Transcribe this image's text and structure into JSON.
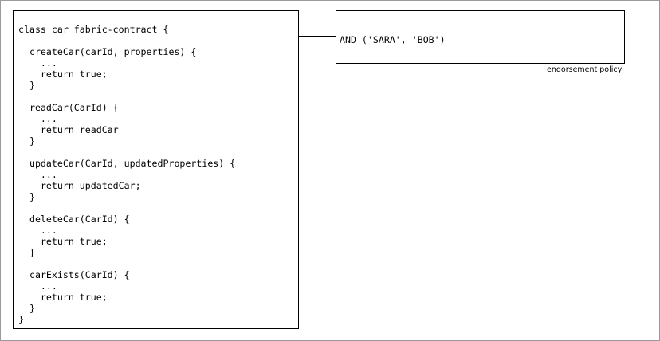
{
  "contract": {
    "lines": [
      "class car fabric-contract {",
      "  createCar(carId, properties) {",
      "    ...",
      "    return true;",
      "  }",
      "  readCar(CarId) {",
      "    ...",
      "    return readCar",
      "  }",
      "  updateCar(CarId, updatedProperties) {",
      "    ...",
      "    return updatedCar;",
      "  }",
      "  deleteCar(CarId) {",
      "    ...",
      "    return true;",
      "  }",
      "  carExists(CarId) {",
      "    ...",
      "    return true;",
      "  }",
      "}"
    ]
  },
  "policy": {
    "expression": "AND ('SARA', 'BOB')",
    "caption": "endorsement policy"
  }
}
